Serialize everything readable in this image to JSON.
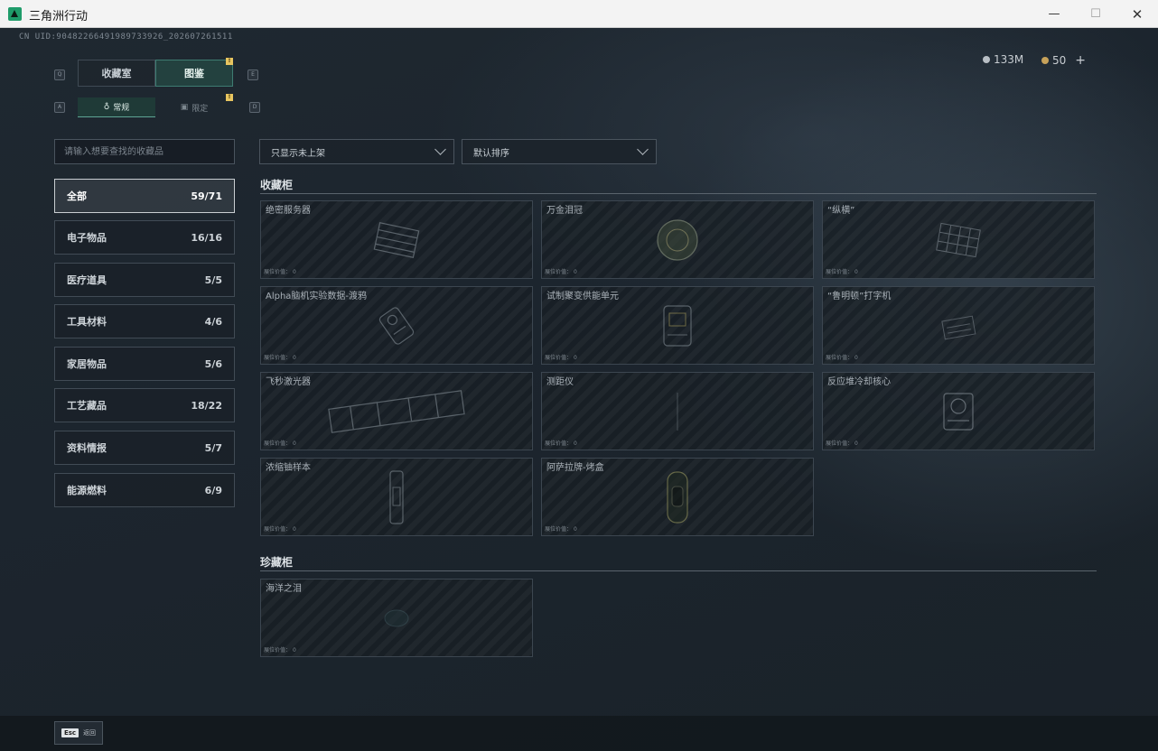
{
  "window": {
    "title": "三角洲行动",
    "controls": [
      "—",
      "☐",
      "✕"
    ]
  },
  "header": {
    "cnuid": "CN UID:9048226649198973392​6_202607261511",
    "currency": [
      {
        "icon": "silver-coin-icon",
        "value": "133M",
        "color": "#b8bec4"
      },
      {
        "icon": "gold-coin-icon",
        "value": "50",
        "color": "#c7a25a",
        "add": "+"
      }
    ]
  },
  "tabs": {
    "key_left": "Q",
    "key_right": "E",
    "items": [
      {
        "label": "收藏室",
        "active": false
      },
      {
        "label": "图鉴",
        "active": true,
        "badge": "!"
      }
    ]
  },
  "subtabs": {
    "key_left": "A",
    "key_right": "D",
    "items": [
      {
        "label": "常规",
        "icon": "trophy-icon",
        "active": true
      },
      {
        "label": "限定",
        "icon": "image-icon",
        "active": false,
        "badge": "!"
      }
    ]
  },
  "search": {
    "placeholder": "请输入想要查找的收藏品",
    "value": ""
  },
  "filters": {
    "show_filter": "只显示未上架",
    "sort": "默认排序"
  },
  "categories": [
    {
      "label": "全部",
      "count": "59/71",
      "active": true
    },
    {
      "label": "电子物品",
      "count": "16/16",
      "active": false
    },
    {
      "label": "医疗道具",
      "count": "5/5",
      "active": false
    },
    {
      "label": "工具材料",
      "count": "4/6",
      "active": false
    },
    {
      "label": "家居物品",
      "count": "5/6",
      "active": false
    },
    {
      "label": "工艺藏品",
      "count": "18/22",
      "active": false
    },
    {
      "label": "资料情报",
      "count": "5/7",
      "active": false
    },
    {
      "label": "能源燃料",
      "count": "6/9",
      "active": false
    }
  ],
  "sections": [
    {
      "title": "收藏柜",
      "items": [
        {
          "name": "绝密服务器",
          "value_label": "展位价值：",
          "value": "0",
          "icon": "server-icon"
        },
        {
          "name": "万金泪冠",
          "value_label": "展位价值：",
          "value": "0",
          "icon": "crown-icon"
        },
        {
          "name": "“纵横”",
          "value_label": "展位价值：",
          "value": "0",
          "icon": "board-icon"
        },
        {
          "name": "Alpha脑机实验数据-渡鸦",
          "value_label": "展位价值：",
          "value": "0",
          "icon": "device-icon"
        },
        {
          "name": "试制聚变供能单元",
          "value_label": "展位价值：",
          "value": "0",
          "icon": "power-unit-icon"
        },
        {
          "name": "“鲁明顿”打字机",
          "value_label": "展位价值：",
          "value": "0",
          "icon": "typewriter-icon"
        },
        {
          "name": "飞秒激光器",
          "value_label": "展位价值：",
          "value": "0",
          "icon": "laser-icon"
        },
        {
          "name": "测距仪",
          "value_label": "展位价值：",
          "value": "0",
          "icon": "rangefinder-icon"
        },
        {
          "name": "反应堆冷却核心",
          "value_label": "展位价值：",
          "value": "0",
          "icon": "reactor-core-icon"
        },
        {
          "name": "浓缩铀样本",
          "value_label": "展位价值：",
          "value": "0",
          "icon": "canister-icon"
        },
        {
          "name": "阿萨拉牌-烤盒",
          "value_label": "展位价值：",
          "value": "0",
          "icon": "box-icon"
        }
      ]
    },
    {
      "title": "珍藏柜",
      "items": [
        {
          "name": "海洋之泪",
          "value_label": "展位价值：",
          "value": "0",
          "icon": "gem-icon"
        }
      ]
    }
  ],
  "footer": {
    "esc_key": "Esc",
    "esc_label": "返回"
  }
}
